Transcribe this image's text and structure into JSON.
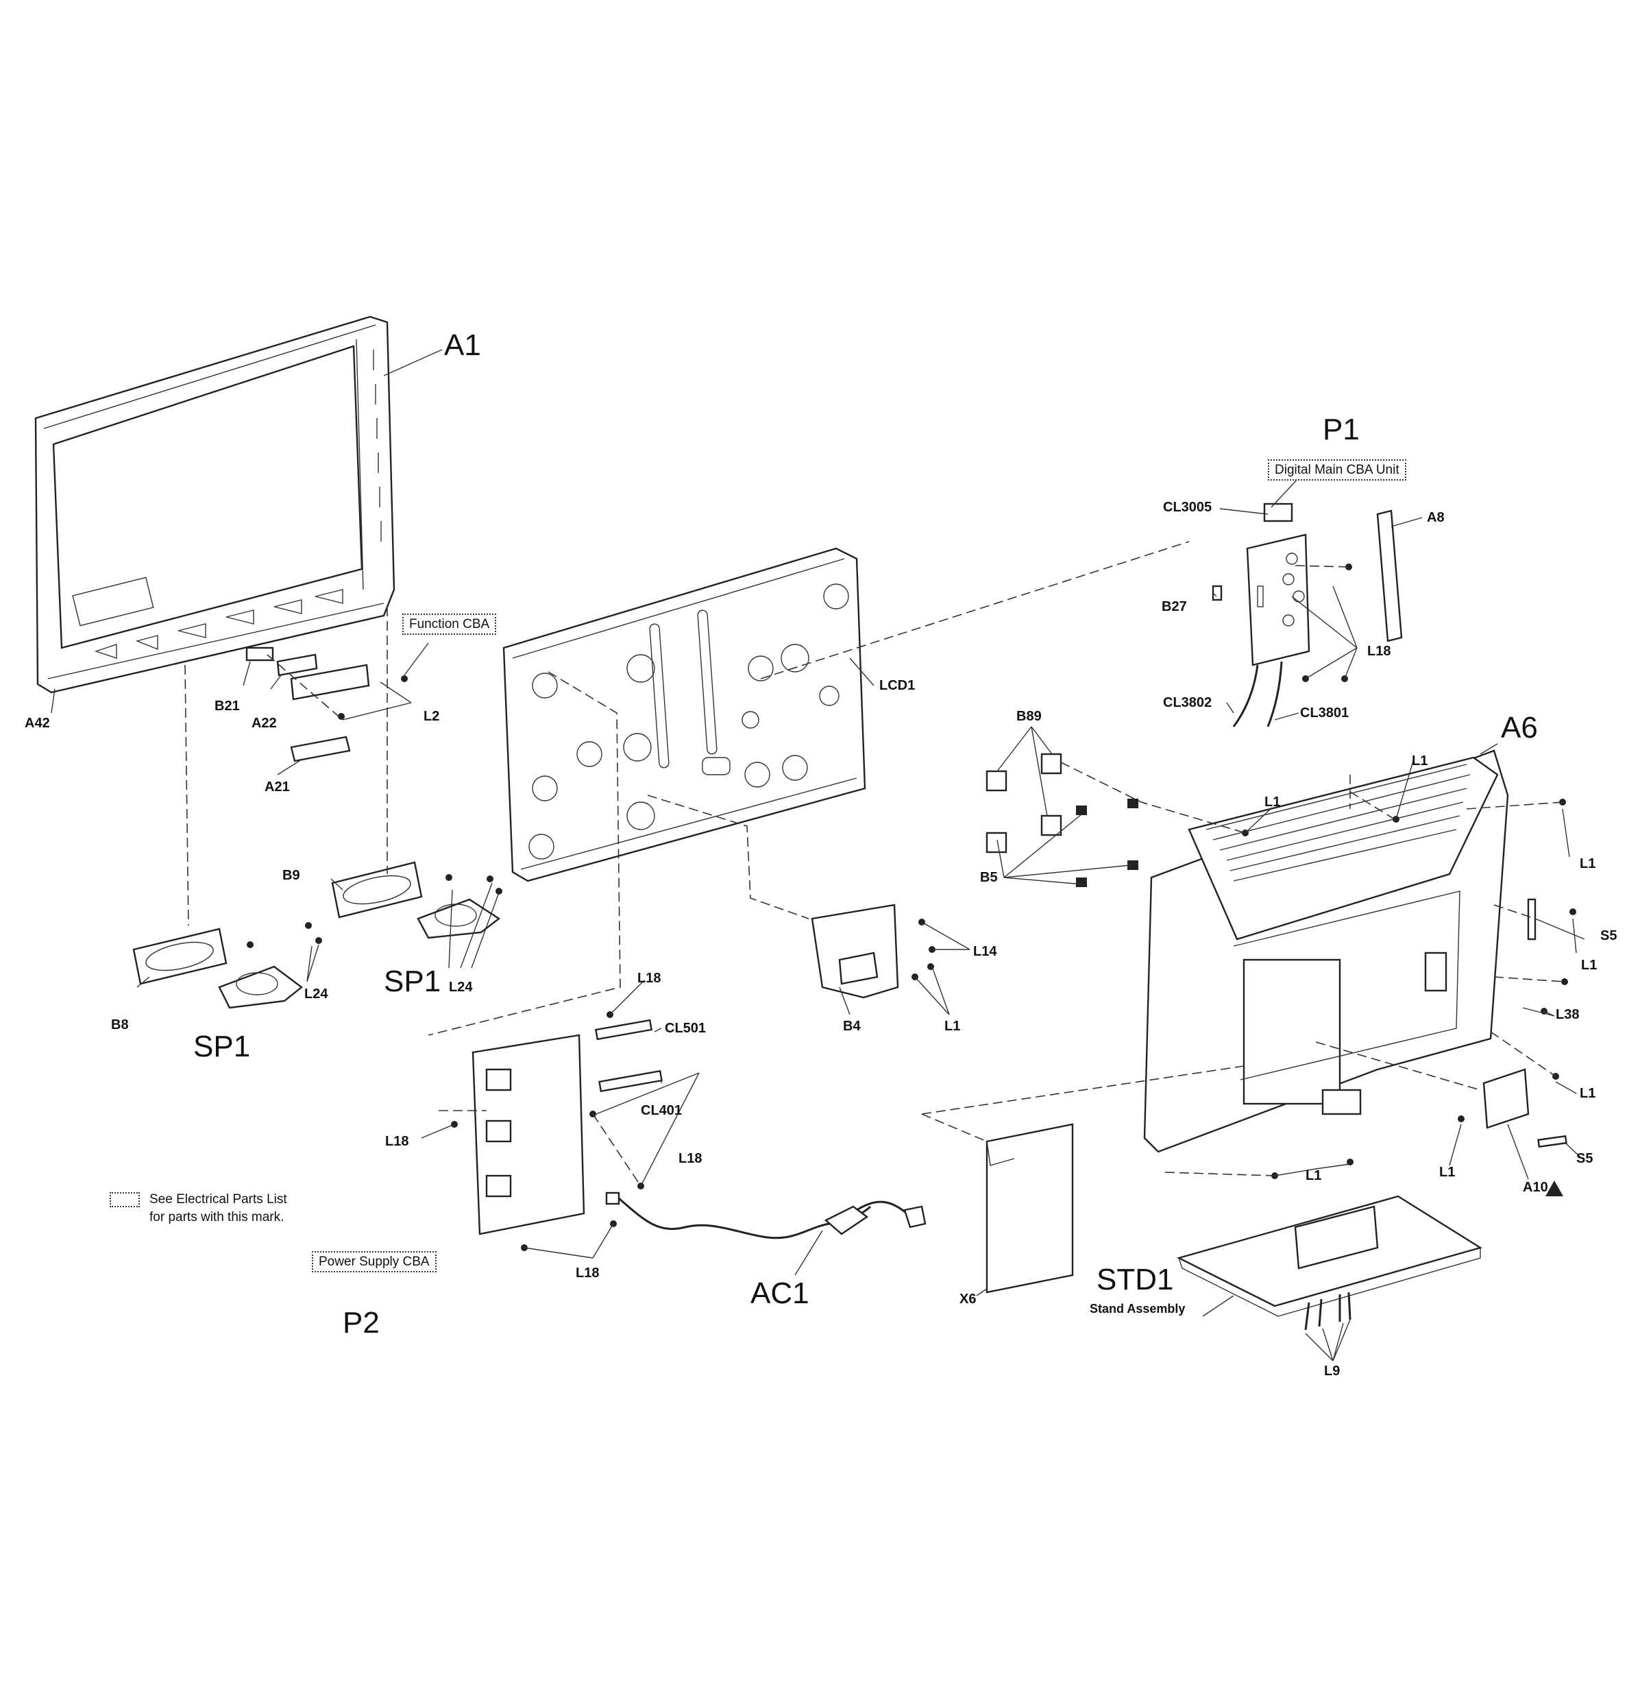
{
  "labels": {
    "A1": "A1",
    "A42": "A42",
    "B21": "B21",
    "A22": "A22",
    "A21": "A21",
    "L2": "L2",
    "function_cba": "Function CBA",
    "B9": "B9",
    "B8": "B8",
    "L24_left": "L24",
    "SP1_left": "SP1",
    "SP1_right": "SP1",
    "L24_right": "L24",
    "LCD1": "LCD1",
    "L18_top": "L18",
    "CL501": "CL501",
    "CL401": "CL401",
    "L18_left": "L18",
    "L18_mid": "L18",
    "L18_bottom": "L18",
    "power_supply_cba": "Power Supply CBA",
    "P2": "P2",
    "AC1": "AC1",
    "B4": "B4",
    "L14": "L14",
    "L1_b4": "L1",
    "P1": "P1",
    "digital_main_cba": "Digital Main CBA Unit",
    "CL3005": "CL3005",
    "A8": "A8",
    "B27": "B27",
    "L18_p1": "L18",
    "CL3802": "CL3802",
    "CL3801": "CL3801",
    "B89": "B89",
    "B5": "B5",
    "A6": "A6",
    "L1_a": "L1",
    "L1_b": "L1",
    "L1_c": "L1",
    "L1_d": "L1",
    "L1_e": "L1",
    "L1_f": "L1",
    "L1_g": "L1",
    "S5_top": "S5",
    "S5_bottom": "S5",
    "L38": "L38",
    "A10": "A10",
    "X6": "X6",
    "STD1": "STD1",
    "stand_assembly": "Stand Assembly",
    "L9": "L9"
  },
  "note": {
    "line1": "See Electrical Parts List",
    "line2": "for parts with this mark."
  }
}
